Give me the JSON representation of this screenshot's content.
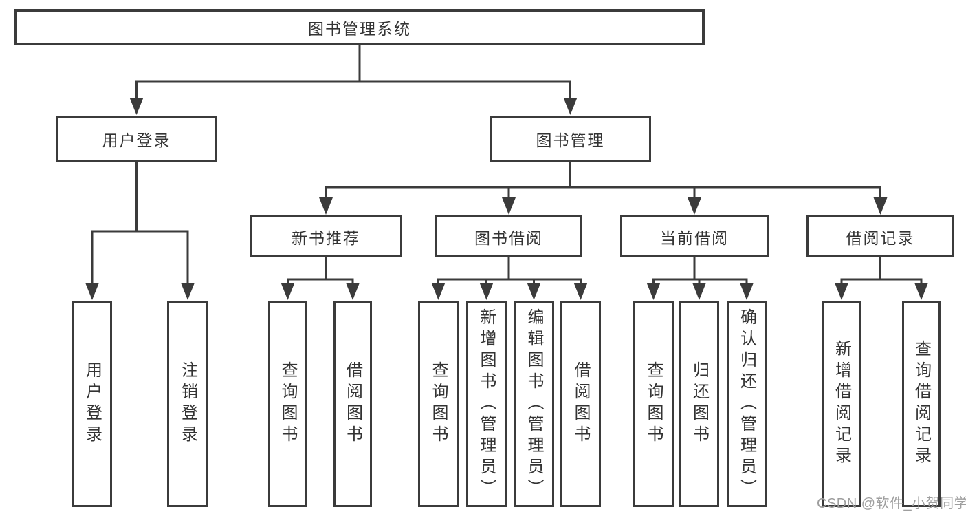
{
  "diagram": {
    "tree": {
      "id": "root",
      "label": "图书管理系统",
      "children": [
        {
          "id": "user-login",
          "label": "用户登录",
          "children": [
            {
              "id": "leaf-user-login",
              "label": "用户登录"
            },
            {
              "id": "leaf-logout",
              "label": "注销登录"
            }
          ]
        },
        {
          "id": "book-mgmt",
          "label": "图书管理",
          "children": [
            {
              "id": "new-book-rec",
              "label": "新书推荐",
              "children": [
                {
                  "id": "leaf-query-book-1",
                  "label": "查询图书"
                },
                {
                  "id": "leaf-borrow-book-1",
                  "label": "借阅图书"
                }
              ]
            },
            {
              "id": "book-borrow",
              "label": "图书借阅",
              "children": [
                {
                  "id": "leaf-query-book-2",
                  "label": "查询图书"
                },
                {
                  "id": "leaf-add-book",
                  "label": "新增图书（管理员）"
                },
                {
                  "id": "leaf-edit-book",
                  "label": "编辑图书（管理员）"
                },
                {
                  "id": "leaf-borrow-book-2",
                  "label": "借阅图书"
                }
              ]
            },
            {
              "id": "current-borrow",
              "label": "当前借阅",
              "children": [
                {
                  "id": "leaf-query-book-3",
                  "label": "查询图书"
                },
                {
                  "id": "leaf-return-book",
                  "label": "归还图书"
                },
                {
                  "id": "leaf-confirm-return",
                  "label": "确认归还（管理员）"
                }
              ]
            },
            {
              "id": "borrow-record",
              "label": "借阅记录",
              "children": [
                {
                  "id": "leaf-add-record",
                  "label": "新增借阅记录"
                },
                {
                  "id": "leaf-query-record",
                  "label": "查询借阅记录"
                }
              ]
            }
          ]
        }
      ]
    }
  },
  "watermark": {
    "text": "CSDN @软件_小贺同学",
    "color": "#9e9e9e"
  },
  "colors": {
    "line": "#3b3b3b",
    "border": "#3b3b3b",
    "text": "#333333",
    "background": "#ffffff"
  }
}
